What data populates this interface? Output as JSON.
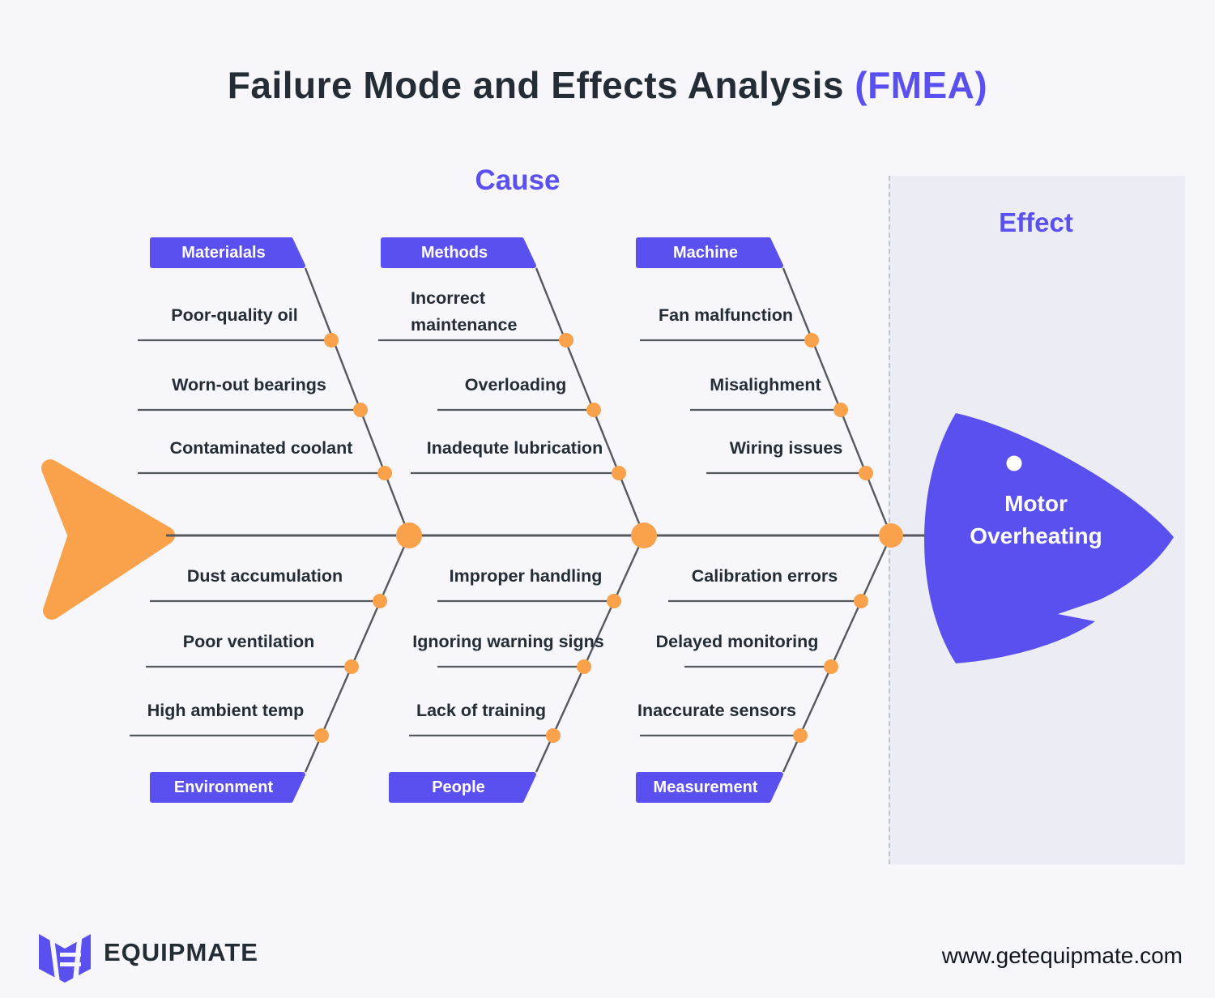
{
  "title": {
    "main": "Failure Mode and Effects Analysis ",
    "highlight": "(FMEA)"
  },
  "section_labels": {
    "cause": "Cause",
    "effect": "Effect"
  },
  "effect": {
    "result_line1": "Motor",
    "result_line2": "Overheating"
  },
  "categories": [
    {
      "name": "Materialals",
      "position": "top",
      "causes": [
        "Poor-quality oil",
        "Worn-out bearings",
        "Contaminated coolant"
      ]
    },
    {
      "name": "Methods",
      "position": "top",
      "causes": [
        "Incorrect maintenance",
        "Overloading",
        "Inadequte lubrication"
      ]
    },
    {
      "name": "Machine",
      "position": "top",
      "causes": [
        "Fan malfunction",
        "Misalighment",
        "Wiring issues"
      ]
    },
    {
      "name": "Environment",
      "position": "bottom",
      "causes": [
        "Dust accumulation",
        "Poor ventilation",
        "High ambient temp"
      ]
    },
    {
      "name": "People",
      "position": "bottom",
      "causes": [
        "Improper handling",
        "Ignoring warning signs",
        "Lack of training"
      ]
    },
    {
      "name": "Measurement",
      "position": "bottom",
      "causes": [
        "Calibration errors",
        "Delayed monitoring",
        "Inaccurate sensors"
      ]
    }
  ],
  "footer": {
    "brand": "EQUIPMATE",
    "website": "www.getequipmate.com"
  },
  "colors": {
    "accent_purple": "#5A50F0",
    "accent_orange": "#F9A24B",
    "dark_text": "#242D35",
    "line_gray": "#55585E",
    "panel_bg": "#ECEDF4",
    "page_bg": "#F7F7FB"
  }
}
